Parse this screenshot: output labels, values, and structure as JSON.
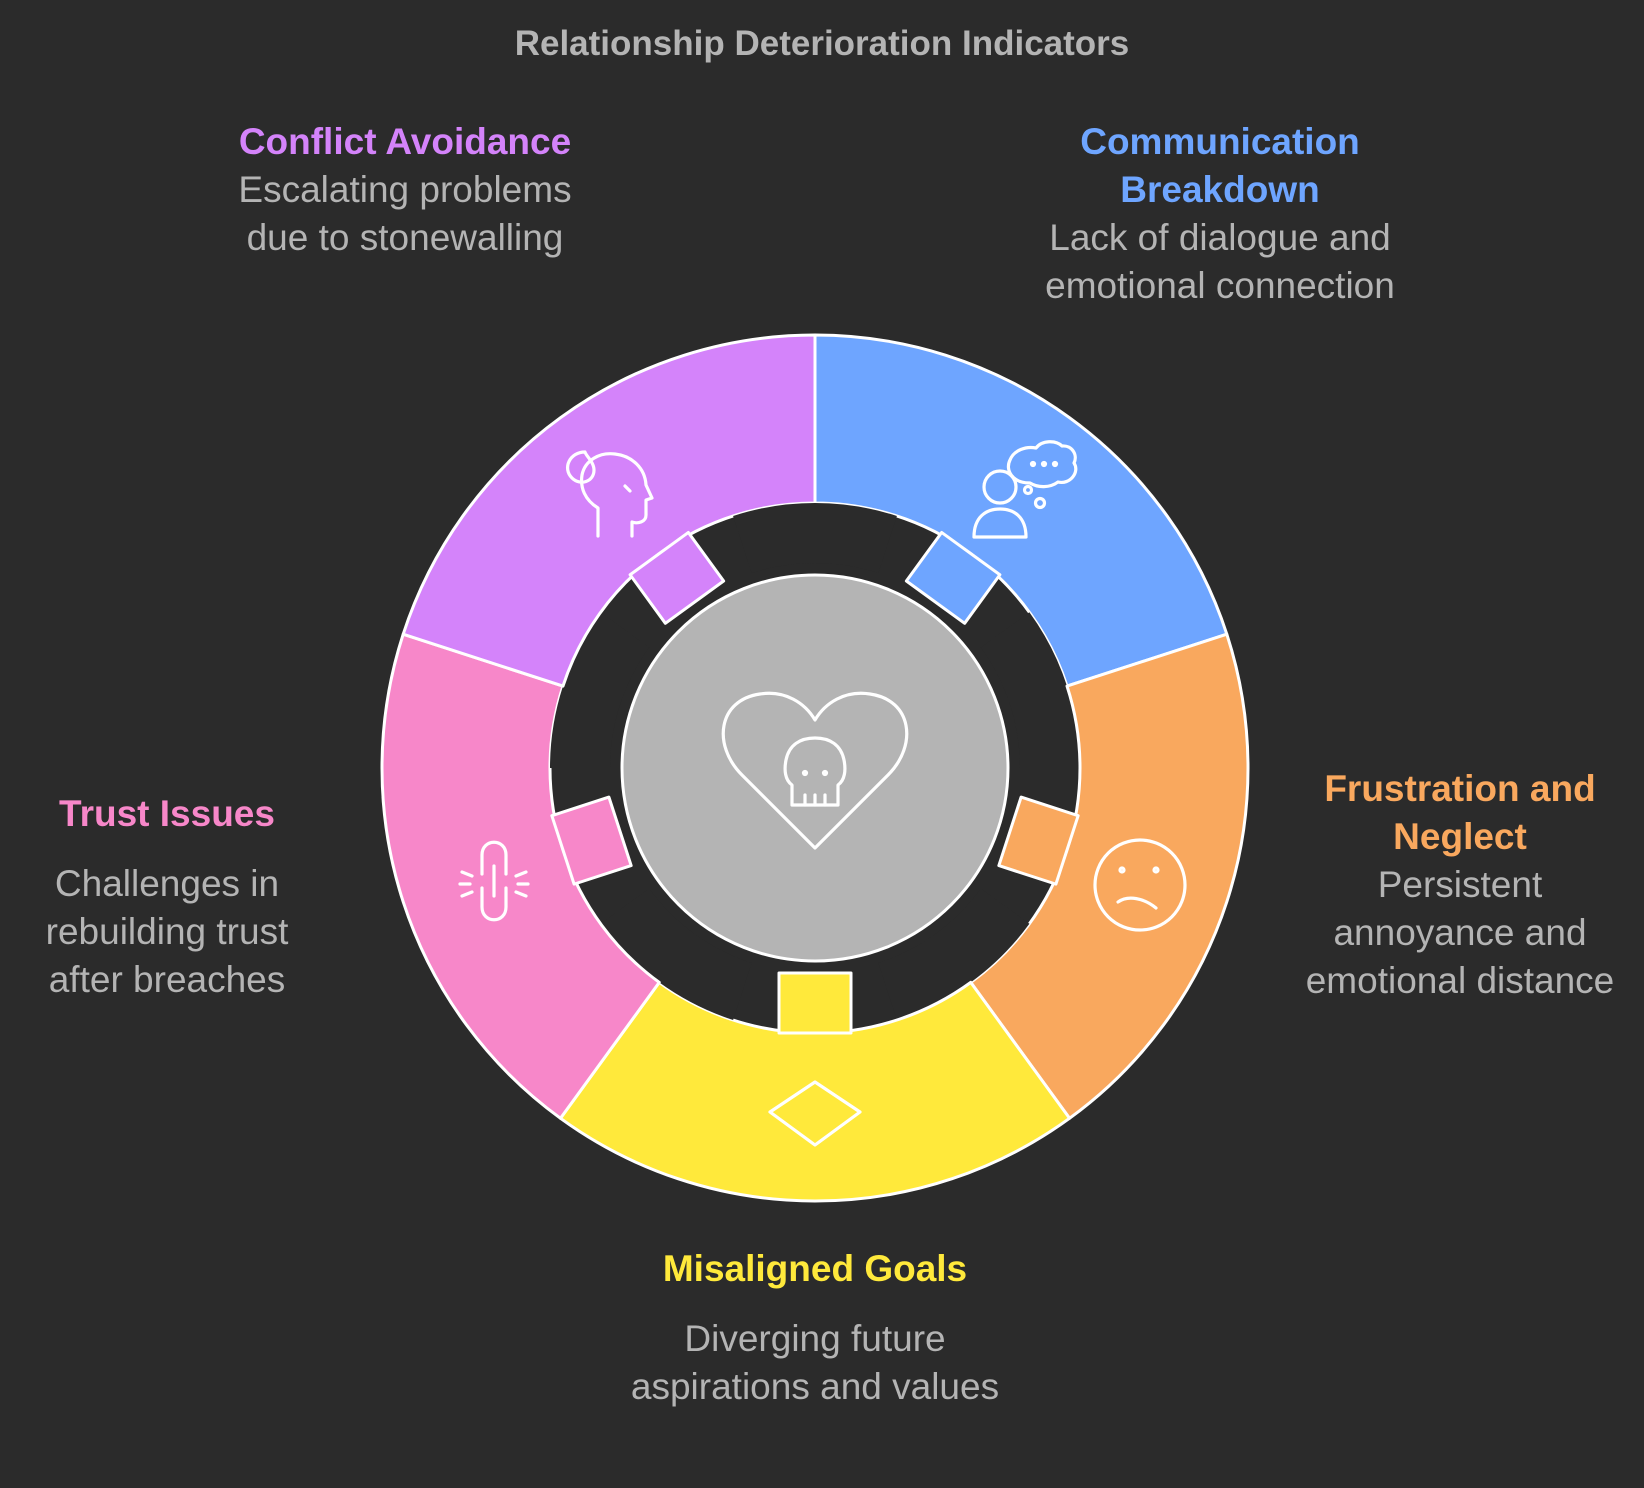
{
  "title": "Relationship Deterioration Indicators",
  "center": {
    "icon": "heart-skull-icon",
    "fill": "#b4b4b4"
  },
  "segments": [
    {
      "key": "communication",
      "heading": "Communication Breakdown",
      "description": "Lack of dialogue and emotional connection",
      "color": "#6ea5ff",
      "icon": "person-thought-bubble-icon"
    },
    {
      "key": "frustration",
      "heading": "Frustration and Neglect",
      "description": "Persistent annoyance and emotional distance",
      "color": "#f9a85e",
      "icon": "frown-face-icon"
    },
    {
      "key": "goals",
      "heading": "Misaligned Goals",
      "description": "Diverging future aspirations and values",
      "color": "#ffe93b",
      "icon": "diamond-icon"
    },
    {
      "key": "trust",
      "heading": "Trust Issues",
      "description": "Challenges in rebuilding trust after breaches",
      "color": "#f787c9",
      "icon": "broken-link-icon"
    },
    {
      "key": "conflict",
      "heading": "Conflict Avoidance",
      "description": "Escalating problems due to stonewalling",
      "color": "#d483fa",
      "icon": "head-flame-icon"
    }
  ]
}
